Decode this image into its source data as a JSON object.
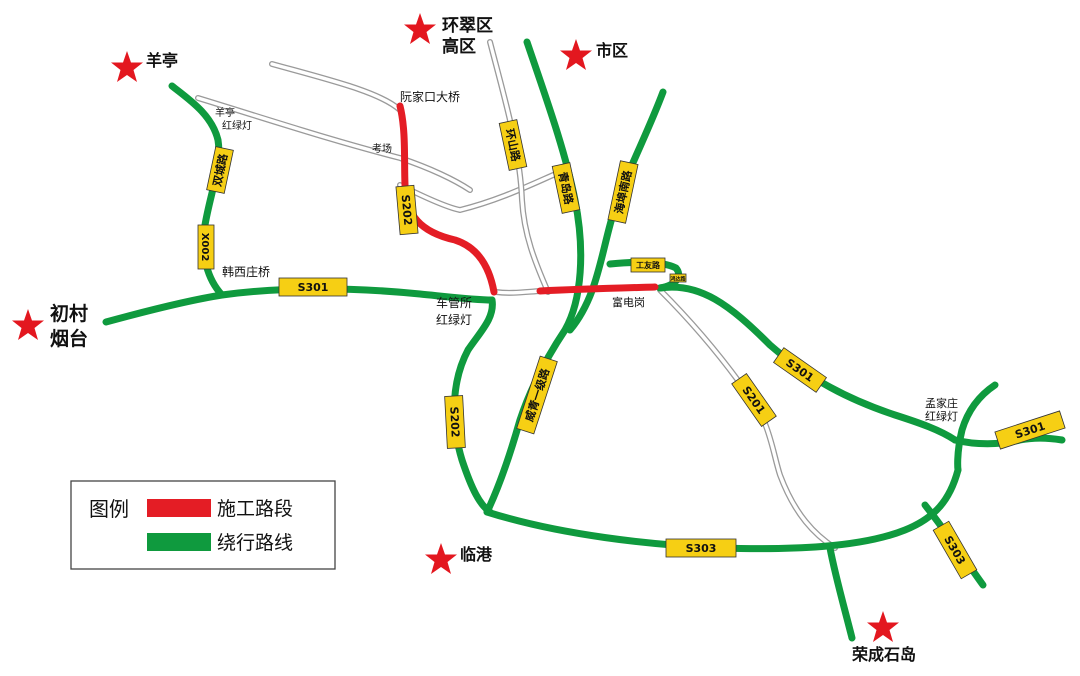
{
  "places": {
    "yangting": "羊亭",
    "huancui_1": "环翠区",
    "huancui_2": "高区",
    "shiqu": "市区",
    "chucun_1": "初村",
    "chucun_2": "烟台",
    "lingang": "临港",
    "rongcheng": "荣成石岛"
  },
  "labels": {
    "yangting_light_1": "羊亭",
    "yangting_light_2": "红绿灯",
    "ruanjiakou": "阮家口大桥",
    "kaochang": "考场",
    "hanxizhuang": "韩西庄桥",
    "cheguansuo_1": "车管所",
    "cheguansuo_2": "红绿灯",
    "fudiangang": "富电岗",
    "mengjiazhuang_1": "孟家庄",
    "mengjiazhuang_2": "红绿灯",
    "hongda": "鸿达路"
  },
  "roads": {
    "shuangcheng": "双城路",
    "x002": "X002",
    "huanshan": "环山路",
    "qingdao": "青岛路",
    "haibu": "海埠南路",
    "s202_top": "S202",
    "s202_bottom": "S202",
    "s301_left": "S301",
    "s301_mid": "S301",
    "s301_right": "S301",
    "weiqing": "威青一级路",
    "s201": "S201",
    "s303_bottom": "S303",
    "s303_right": "S303",
    "gongyou": "工友路"
  },
  "legend": {
    "title": "图例",
    "construction": "施工路段",
    "detour": "绕行路线"
  },
  "colors": {
    "construction": "#e41d25",
    "detour": "#0f9a3e",
    "existing_road": "#9a9a9a",
    "road_tag": "#f6cf14",
    "place_star": "#e3171f"
  }
}
